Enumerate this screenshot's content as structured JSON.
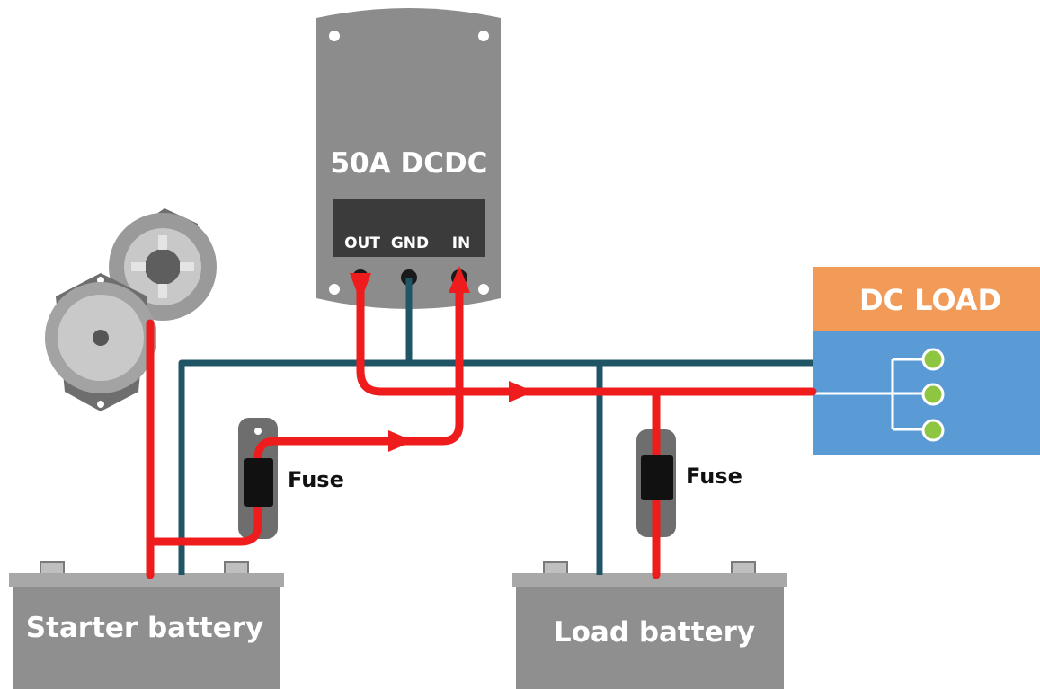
{
  "colors": {
    "positive_wire": "#ee1c1c",
    "ground_wire": "#1f5565",
    "device_gray": "#8c8c8c",
    "battery_gray": "#8f8f8f",
    "dc_load_header": "#f29b58",
    "dc_load_body": "#5b9bd5",
    "load_dot": "#8ec641",
    "fuse_body": "#111111"
  },
  "dcdc": {
    "title": "50A DCDC",
    "out_label": "OUT",
    "gnd_label": "GND",
    "in_label": "IN"
  },
  "dc_load": {
    "title": "DC LOAD"
  },
  "fuses": {
    "left_label": "Fuse",
    "right_label": "Fuse"
  },
  "batteries": {
    "starter_label": "Starter battery",
    "load_label": "Load battery"
  },
  "icons": [
    "alternator-icon",
    "fuse-holder-icon",
    "flow-arrow-icon"
  ]
}
